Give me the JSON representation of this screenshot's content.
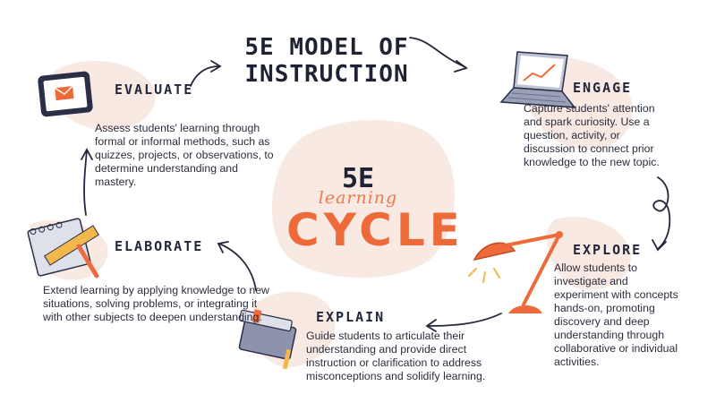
{
  "title": {
    "line1": "5E MODEL OF",
    "line2": "INSTRUCTION"
  },
  "center": {
    "top": "5E",
    "middle": "learning",
    "bottom": "CYCLE"
  },
  "stages": {
    "engage": {
      "label": "ENGAGE",
      "text": "Capture students' attention and spark curiosity. Use a question, activity, or discussion to connect prior knowledge to the new topic."
    },
    "explore": {
      "label": "EXPLORE",
      "text": "Allow students to investigate and experiment with concepts hands-on, promoting discovery and deep understanding through collaborative or individual activities."
    },
    "explain": {
      "label": "EXPLAIN",
      "text": "Guide students to articulate their understanding and provide direct instruction or clarification to address misconceptions and solidify learning."
    },
    "elaborate": {
      "label": "ELABORATE",
      "text": "Extend learning by applying knowledge to new situations, solving problems, or integrating it with other subjects to deepen understanding."
    },
    "evaluate": {
      "label": "EVALUATE",
      "text": "Assess students' learning through formal or informal methods, such as quizzes, projects, or observations, to determine understanding and mastery."
    }
  },
  "icons": [
    "tablet-icon",
    "laptop-chart-icon",
    "desk-lamp-icon",
    "books-icon",
    "notepad-ruler-icon"
  ],
  "colors": {
    "blob": "#f8e9e2",
    "accent": "#ee6a3a",
    "ink": "#1f2233"
  }
}
